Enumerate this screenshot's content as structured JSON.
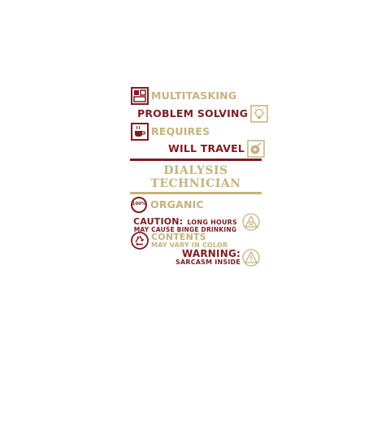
{
  "colors": {
    "maroon": "#7b1e24",
    "tan": "#c4b27e",
    "background": "#ffffff"
  },
  "rows": {
    "multitasking": {
      "text": "MULTITASKING",
      "icon": "windows-icon"
    },
    "problem_solving": {
      "text": "PROBLEM SOLVING",
      "icon": "lightbulb-icon"
    },
    "requires": {
      "text": "REQUIRES",
      "icon": "coffee-cup-icon"
    },
    "will_travel": {
      "text": "WILL TRAVEL",
      "icon": "tape-reel-icon"
    }
  },
  "title": {
    "line1": "DIALYSIS",
    "line2": "TECHNICIAN"
  },
  "organic": {
    "badge": "100%",
    "text": "ORGANIC"
  },
  "caution": {
    "label": "CAUTION:",
    "text1": "LONG HOURS",
    "text2": "MAY CAUSE BINGE DRINKING",
    "icon": "biohazard-icon"
  },
  "contents": {
    "label": "CONTENTS",
    "text": "MAY VARY IN COLOR",
    "icon": "recycle-icon"
  },
  "warning": {
    "label": "WARNING:",
    "text": "SARCASM INSIDE",
    "icon": "warning-triangle-icon"
  }
}
